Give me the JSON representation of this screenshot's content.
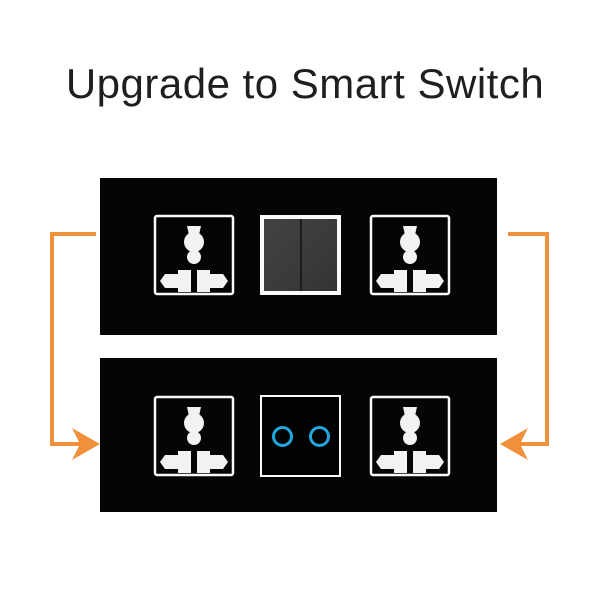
{
  "title": "Upgrade to Smart Switch",
  "colors": {
    "background": "#ffffff",
    "title_color": "#1f1f1f",
    "panel_black": "#050505",
    "frame_white": "#fafafa",
    "rocker_gray": "#3b3b3b",
    "touch_blue": "#22a7e0",
    "arrow_orange": "#f0913c"
  },
  "panels": {
    "before": {
      "label": "mechanical switch wall plate",
      "slots": [
        "universal-socket",
        "two-gang-rocker-switch",
        "universal-socket"
      ]
    },
    "after": {
      "label": "smart touch switch wall plate",
      "slots": [
        "universal-socket",
        "two-gang-smart-touch-switch",
        "universal-socket"
      ]
    }
  },
  "icons": {
    "socket": "universal-socket-icon",
    "rocker": "rocker-switch-icon",
    "touch_button": "touch-circle-icon",
    "arrow_left": "upgrade-arrow-left-icon",
    "arrow_right": "upgrade-arrow-right-icon"
  }
}
